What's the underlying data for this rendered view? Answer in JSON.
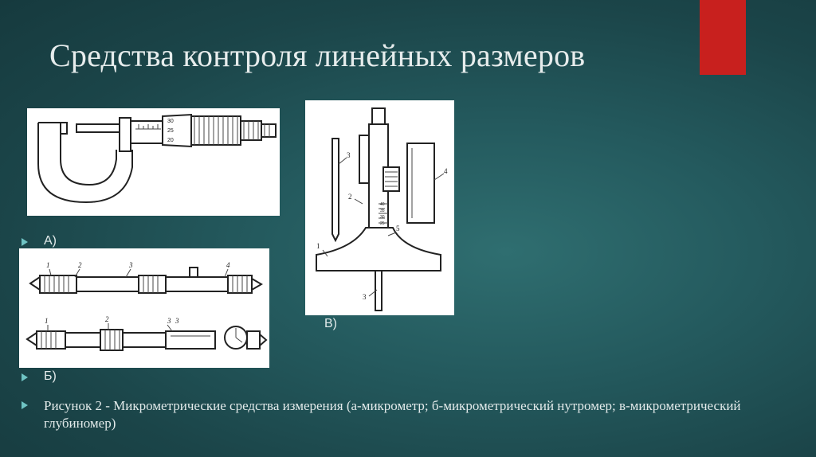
{
  "slide": {
    "title": "Средства контроля линейных размеров",
    "label_a": "А)",
    "label_b": "Б)",
    "label_c": "В)",
    "caption": "Рисунок 2 - Микрометрические средства измерения (а-микрометр; б-микрометрический нутромер; в-микрометрический глубиномер)",
    "accent_color": "#c8201e",
    "bullet_color": "#6fc4c4"
  },
  "figures": {
    "micrometer": {
      "scale_marks": [
        "30",
        "25",
        "20"
      ]
    },
    "bore_gauge": {
      "callouts": [
        "1",
        "2",
        "3",
        "4",
        "3",
        "1",
        "2",
        "3"
      ]
    },
    "depth_gauge": {
      "callouts": [
        "3",
        "2",
        "1",
        "3",
        "4",
        "5"
      ],
      "scale_marks": [
        "40",
        "35",
        "30",
        "25"
      ]
    }
  }
}
